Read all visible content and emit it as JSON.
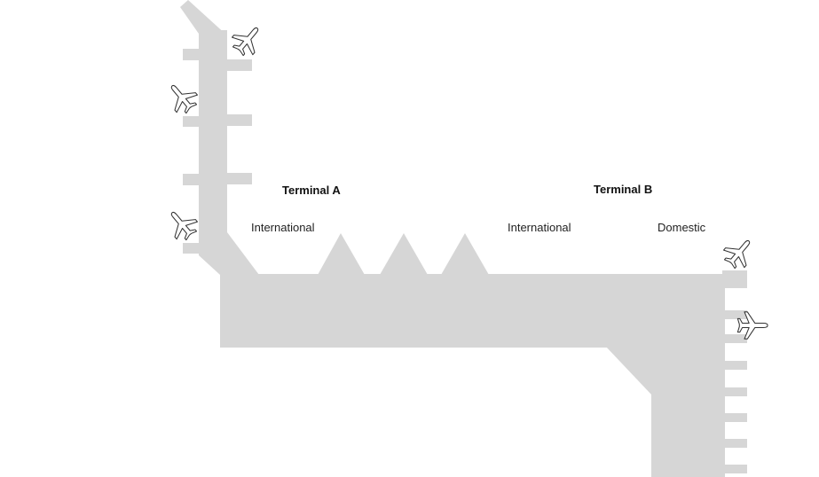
{
  "terminals": {
    "a": {
      "name": "Terminal A",
      "zone": "International"
    },
    "b": {
      "name": "Terminal B",
      "zones": [
        "International",
        "Domestic"
      ]
    }
  },
  "colors": {
    "building": "#d6d6d6",
    "plane_outline": "#333333",
    "plane_fill": "#ffffff",
    "background": "#ffffff"
  },
  "icons": {
    "plane": "airplane-icon"
  }
}
